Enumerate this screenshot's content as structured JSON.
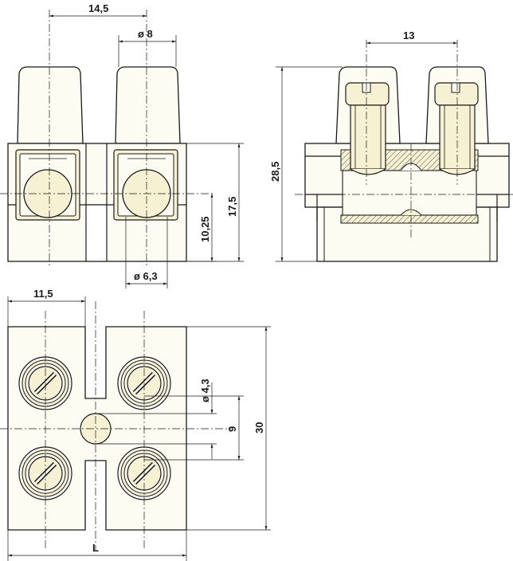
{
  "drawing": {
    "front_view": {
      "width_label": "14,5",
      "cone_diameter_label": "ø 8",
      "height_label": "17,5",
      "hole_height_label": "10,25",
      "hole_diameter_label": "ø 6,3"
    },
    "side_view": {
      "pitch_label": "13",
      "overall_height_label": "28,5"
    },
    "top_view": {
      "half_width_label": "11,5",
      "hole_diameter_label": "ø 4,3",
      "hole_spacing_label": "9",
      "overall_length_label": "30",
      "length_label": "L"
    },
    "colors": {
      "body": "#fdfcf3",
      "hole": "#f6f1d2",
      "line": "#1a1a1a"
    }
  }
}
